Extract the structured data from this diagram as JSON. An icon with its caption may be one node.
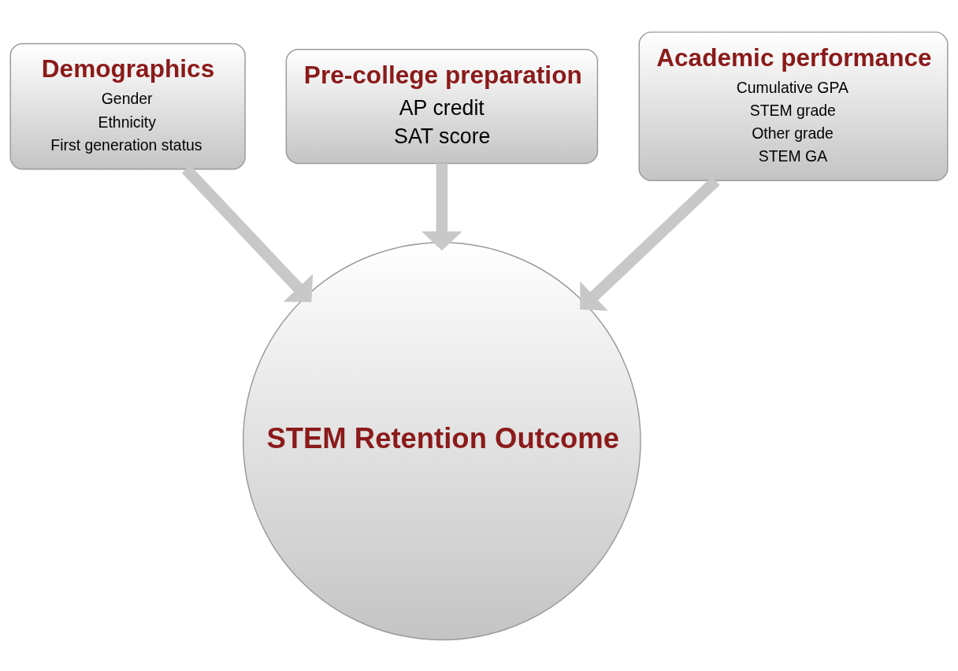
{
  "diagram": {
    "nodes": [
      {
        "text": [
          "Pre-college preparation",
          "AP credit",
          "SAT score"
        ]
      },
      {
        "text": [
          "Demographics",
          "Gender",
          "Ethnicity",
          "First generation status"
        ]
      },
      {
        "text": [
          "Academic performance",
          "Cumulative GPA",
          "STEM grade",
          "Other grade",
          "STEM GA"
        ]
      },
      {
        "text": [
          "STEM Retention Outcome"
        ]
      }
    ],
    "edges": [
      {
        "from": 0,
        "to": 3,
        "arrow": "to"
      },
      {
        "from": 1,
        "to": 3,
        "arrow": "to"
      },
      {
        "from": 2,
        "to": 3,
        "arrow": "to"
      }
    ]
  }
}
